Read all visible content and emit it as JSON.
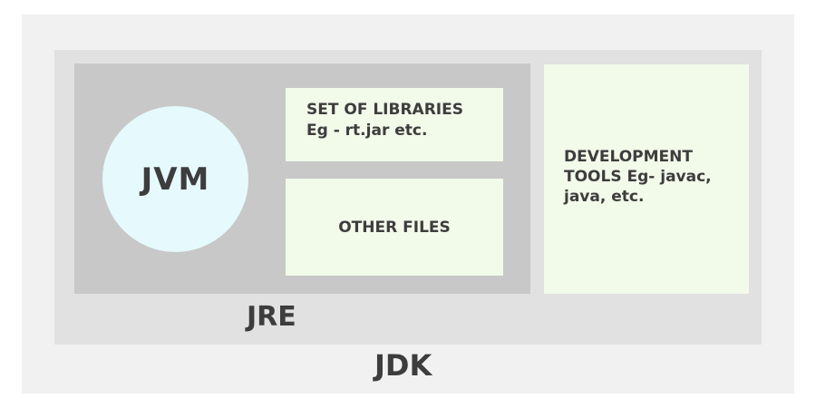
{
  "diagram": {
    "jvm_label": "JVM",
    "libraries_lines": [
      "SET OF LIBRARIES",
      "Eg - rt.jar etc."
    ],
    "other_files_label": "OTHER FILES",
    "tools_lines": [
      "DEVELOPMENT",
      "TOOLS Eg- javac,",
      "java, etc."
    ],
    "jre_label": "JRE",
    "jdk_label": "JDK"
  },
  "colors": {
    "outer_bg": "#f1f1f1",
    "inner_bg": "#e1e1e1",
    "jre_bg": "#c8c8c8",
    "jvm_circle": "#e6fafd",
    "light_green_boxes": "#f2faea",
    "text": "#3d3d3d"
  }
}
